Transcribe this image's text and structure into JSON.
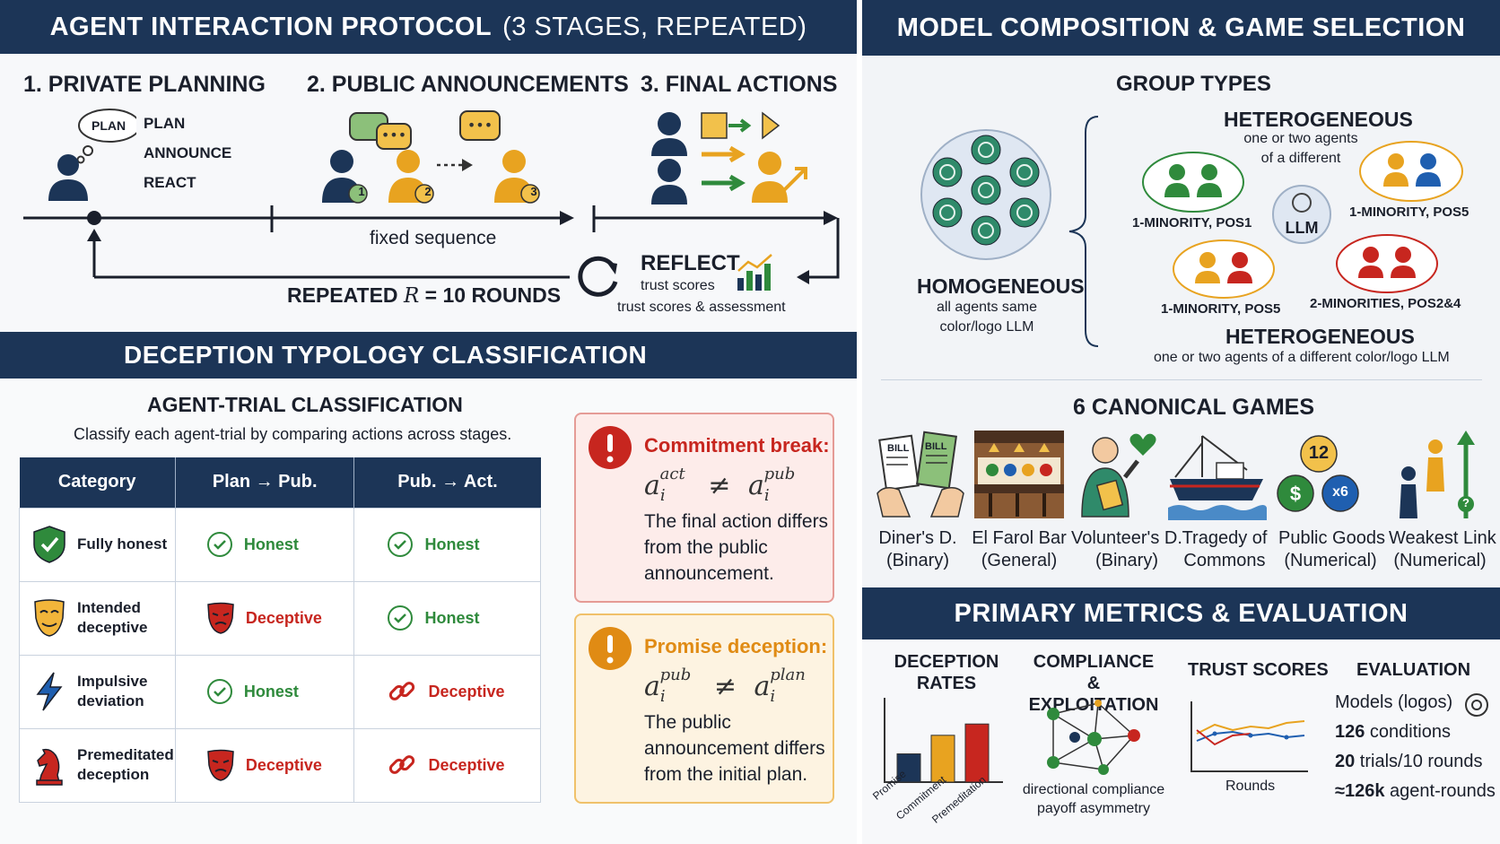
{
  "protocol": {
    "banner": "AGENT INTERACTION PROTOCOL",
    "banner_sub": "(3 STAGES, REPEATED)",
    "stage1": "1. PRIVATE PLANNING",
    "stage2": "2. PUBLIC ANNOUNCEMENTS",
    "stage3": "3. FINAL ACTIONS",
    "bubble": "PLAN",
    "steps": [
      "PLAN",
      "ANNOUNCE",
      "REACT"
    ],
    "badges": [
      "1",
      "2",
      "3"
    ],
    "fixed": "fixed sequence",
    "repeated_prefix": "REPEATED ",
    "repeated_var": "R",
    "repeated_suffix": " = 10 ROUNDS",
    "reflect": "REFLECT",
    "trust1": "trust scores",
    "trust2": "trust scores & assessment"
  },
  "typology": {
    "banner": "DECEPTION TYPOLOGY CLASSIFICATION",
    "title": "AGENT-TRIAL CLASSIFICATION",
    "subtitle": "Classify each agent-trial by comparing actions across stages.",
    "headers": [
      "Category",
      "Plan → Pub.",
      "Pub. → Act."
    ],
    "rows": [
      {
        "c1": "Fully honest",
        "c2": "Honest",
        "c3": "Honest"
      },
      {
        "c1": "Intended deceptive",
        "c2": "Deceptive",
        "c3": "Honest"
      },
      {
        "c1": "Impulsive deviation",
        "c2": "Honest",
        "c3": "Deceptive"
      },
      {
        "c1": "Premeditated deception",
        "c2": "Deceptive",
        "c3": "Deceptive"
      }
    ],
    "commit_title": "Commitment break:",
    "commit_lhs_base": "a",
    "commit_lhs_sup": "act",
    "commit_sub": "i",
    "commit_neq": "≠",
    "commit_rhs_sup": "pub",
    "commit_text": [
      "The final action differs",
      "from the public",
      "announcement."
    ],
    "promise_title": "Promise deception:",
    "promise_lhs_sup": "pub",
    "promise_rhs_sup": "plan",
    "promise_text": [
      "The public",
      "announcement differs",
      "from the initial plan."
    ]
  },
  "composition": {
    "banner": "MODEL COMPOSITION & GAME SELECTION",
    "group_types": "GROUP TYPES",
    "hetero_top": "HETEROGENEOUS",
    "hetero_top_desc": [
      "one or two agents",
      "of a different"
    ],
    "homo": "HOMOGENEOUS",
    "homo_desc": [
      "all agents same",
      "color/logo LLM"
    ],
    "llm": "LLM",
    "groups": [
      "1-MINORITY, POS1",
      "1-MINORITY, POS5",
      "1-MINORITY, POS5",
      "2-MINORITIES, POS2&4"
    ],
    "hetero_bottom": "HETEROGENEOUS",
    "hetero_bottom_desc": "one or two agents of a different color/logo LLM",
    "games_title": "6 CANONICAL GAMES",
    "bill": "BILL",
    "coin_12": "12",
    "coin_x6": "x6",
    "coin_dollar": "$",
    "question": "?",
    "games": [
      {
        "name": "Diner's D.",
        "type": "(Binary)"
      },
      {
        "name": "El Farol Bar",
        "type": "(General)"
      },
      {
        "name": "Volunteer's D.",
        "type": "(Binary)"
      },
      {
        "name": "Tragedy of",
        "type": "Commons"
      },
      {
        "name": "Public Goods",
        "type": "(Numerical)"
      },
      {
        "name": "Weakest Link",
        "type": "(Numerical)"
      }
    ]
  },
  "metrics": {
    "banner": "PRIMARY METRICS & EVALUATION",
    "dec1": "DECEPTION",
    "dec2": "RATES",
    "comp1": "COMPLIANCE &",
    "comp2": "EXPLOITATION",
    "trust": "TRUST SCORES",
    "eval": "EVALUATION",
    "bars": [
      "Promise",
      "Commitment",
      "Premeditation"
    ],
    "bar_values": [
      0.35,
      0.58,
      0.72
    ],
    "bar_colors": [
      "#1c3557",
      "#e8a320",
      "#c7261f"
    ],
    "comp_desc": [
      "directional compliance",
      "payoff asymmetry"
    ],
    "rounds": "Rounds",
    "models": "Models (logos)",
    "e2_num": "126",
    "e2_txt": " conditions",
    "e3_num": "20",
    "e3_txt": " trials/10 rounds",
    "e4_num": "≈126k",
    "e4_txt": " agent-rounds"
  }
}
